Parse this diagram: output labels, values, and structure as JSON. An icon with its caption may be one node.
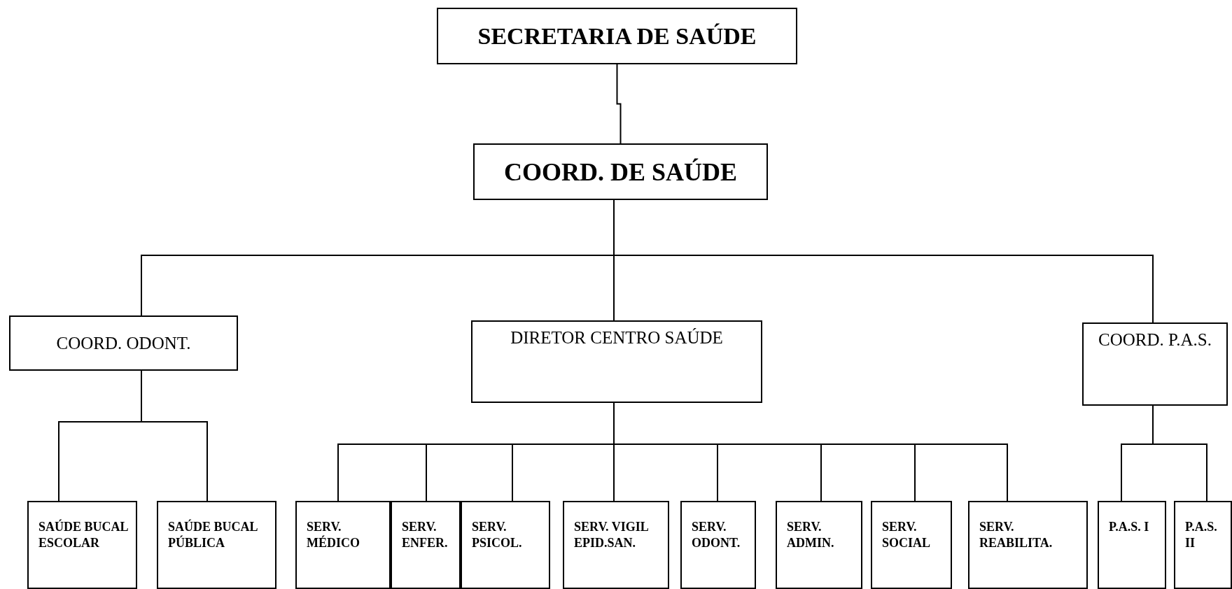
{
  "diagram": {
    "nodes": [
      {
        "text": [
          "SECRETARIA DE SAÚDE"
        ]
      },
      {
        "text": [
          "COORD. DE SAÚDE"
        ]
      },
      {
        "text": [
          "COORD. ODONT."
        ]
      },
      {
        "text": [
          "DIRETOR CENTRO SAÚDE"
        ]
      },
      {
        "text": [
          "COORD. P.A.S."
        ]
      },
      {
        "text": [
          "SAÚDE BUCAL ESCOLAR"
        ]
      },
      {
        "text": [
          "SAÚDE BUCAL PÚBLICA"
        ]
      },
      {
        "text": [
          "SERV. MÉDICO"
        ]
      },
      {
        "text": [
          "SERV. ENFER."
        ]
      },
      {
        "text": [
          "SERV. PSICOL."
        ]
      },
      {
        "text": [
          "SERV. VIGIL EPID.SAN."
        ]
      },
      {
        "text": [
          "SERV. ODONT."
        ]
      },
      {
        "text": [
          "SERV. ADMIN."
        ]
      },
      {
        "text": [
          "SERV. SOCIAL"
        ]
      },
      {
        "text": [
          "SERV. REABILITA."
        ]
      },
      {
        "text": [
          "P.A.S. I"
        ]
      },
      {
        "text": [
          "P.A.S. II"
        ]
      }
    ],
    "edges": [
      {
        "from": 0,
        "to": 1,
        "arrow": "none"
      },
      {
        "from": 1,
        "to": 2,
        "arrow": "none"
      },
      {
        "from": 1,
        "to": 3,
        "arrow": "none"
      },
      {
        "from": 1,
        "to": 4,
        "arrow": "none"
      },
      {
        "from": 2,
        "to": 5,
        "arrow": "none"
      },
      {
        "from": 2,
        "to": 6,
        "arrow": "none"
      },
      {
        "from": 3,
        "to": 7,
        "arrow": "none"
      },
      {
        "from": 3,
        "to": 8,
        "arrow": "none"
      },
      {
        "from": 3,
        "to": 9,
        "arrow": "none"
      },
      {
        "from": 3,
        "to": 10,
        "arrow": "none"
      },
      {
        "from": 3,
        "to": 11,
        "arrow": "none"
      },
      {
        "from": 3,
        "to": 12,
        "arrow": "none"
      },
      {
        "from": 3,
        "to": 13,
        "arrow": "none"
      },
      {
        "from": 3,
        "to": 14,
        "arrow": "none"
      },
      {
        "from": 4,
        "to": 15,
        "arrow": "none"
      },
      {
        "from": 4,
        "to": 16,
        "arrow": "none"
      }
    ]
  }
}
